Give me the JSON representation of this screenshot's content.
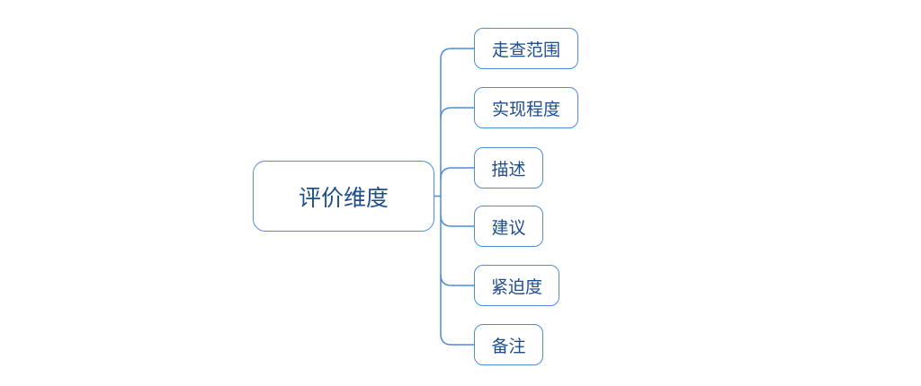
{
  "diagram": {
    "root": {
      "label": "评价维度"
    },
    "children": [
      {
        "label": "走查范围"
      },
      {
        "label": "实现程度"
      },
      {
        "label": "描述"
      },
      {
        "label": "建议"
      },
      {
        "label": "紧迫度"
      },
      {
        "label": "备注"
      }
    ],
    "colors": {
      "node_border": "#4f8cdd",
      "node_text": "#1f4e8c",
      "connector": "#4f8cdd",
      "background": "#ffffff"
    }
  }
}
